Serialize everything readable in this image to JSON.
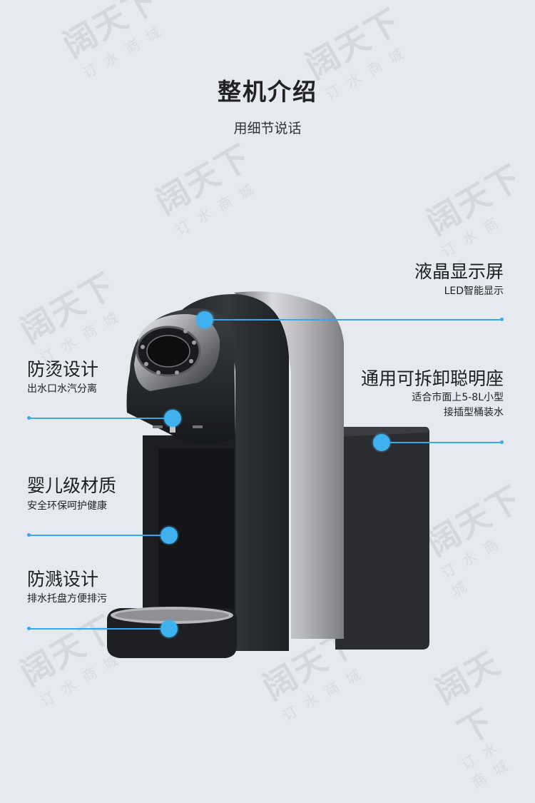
{
  "heading": "整机介绍",
  "subheading": "用细节说话",
  "watermark": {
    "logo": "阔天下",
    "sub": "订水商城"
  },
  "features": {
    "lcd": {
      "title": "液晶显示屏",
      "desc": "LED智能显示"
    },
    "antiscald": {
      "title": "防烫设计",
      "desc": "出水口水汽分离"
    },
    "base": {
      "title": "通用可拆卸聪明座",
      "desc_line1": "适合市面上5-8L小型",
      "desc_line2": "接插型桶装水"
    },
    "material": {
      "title": "婴儿级材质",
      "desc": "安全环保呵护健康"
    },
    "antisplash": {
      "title": "防溅设计",
      "desc": "排水托盘方便排污"
    }
  },
  "colors": {
    "accent": "#3aa8e8",
    "background": "#e6eaf0",
    "body": "#2b2d30",
    "silver": "#a9abae"
  }
}
